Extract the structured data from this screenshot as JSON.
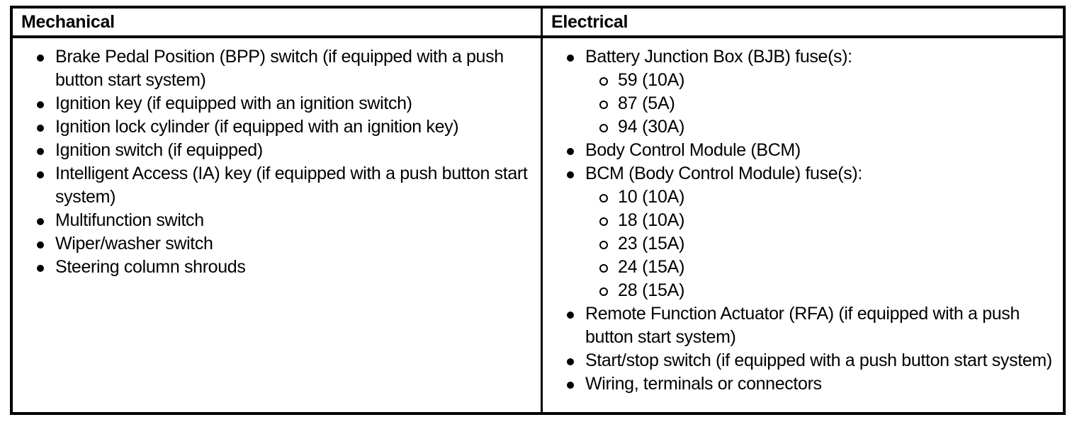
{
  "document": {
    "type": "two-column-table",
    "background_color": "#ffffff",
    "border_color": "#000000"
  },
  "table": {
    "columns": [
      {
        "key": "mechanical",
        "header": "Mechanical",
        "items": [
          {
            "bullet": "disc",
            "text": "Brake Pedal Position (BPP) switch (if equipped with a push button start system)"
          },
          {
            "bullet": "disc",
            "text": "Ignition key (if equipped with an ignition switch)"
          },
          {
            "bullet": "disc",
            "text": "Ignition lock cylinder (if equipped with an ignition key)"
          },
          {
            "bullet": "disc",
            "text": "Ignition switch (if equipped)"
          },
          {
            "bullet": "disc",
            "text": "Intelligent Access (IA) key (if equipped with a push button start system)"
          },
          {
            "bullet": "disc",
            "text": "Multifunction switch"
          },
          {
            "bullet": "disc",
            "text": "Wiper/washer switch"
          },
          {
            "bullet": "disc",
            "text": "Steering column shrouds"
          }
        ]
      },
      {
        "key": "electrical",
        "header": "Electrical",
        "items": [
          {
            "bullet": "disc",
            "text": "Battery Junction Box (BJB) fuse(s):"
          },
          {
            "bullet": "circle",
            "text": "59 (10A)"
          },
          {
            "bullet": "circle",
            "text": "87 (5A)"
          },
          {
            "bullet": "circle",
            "text": "94 (30A)"
          },
          {
            "bullet": "disc",
            "text": "Body Control Module (BCM)"
          },
          {
            "bullet": "disc",
            "text": "BCM (Body Control Module) fuse(s):"
          },
          {
            "bullet": "circle",
            "text": "10 (10A)"
          },
          {
            "bullet": "circle",
            "text": "18 (10A)"
          },
          {
            "bullet": "circle",
            "text": "23 (15A)"
          },
          {
            "bullet": "circle",
            "text": "24 (15A)"
          },
          {
            "bullet": "circle",
            "text": "28 (15A)"
          },
          {
            "bullet": "disc",
            "text": "Remote Function Actuator (RFA) (if equipped with a push button start system)"
          },
          {
            "bullet": "disc",
            "text": "Start/stop switch (if equipped with a push button start system)"
          },
          {
            "bullet": "disc",
            "text": "Wiring, terminals or connectors"
          }
        ]
      }
    ]
  }
}
